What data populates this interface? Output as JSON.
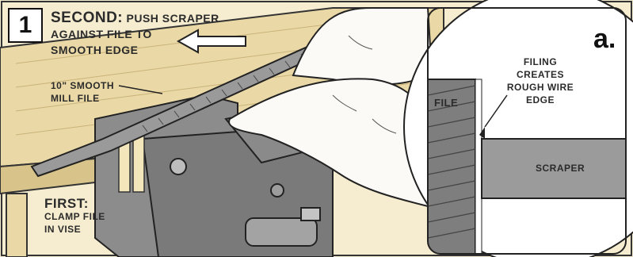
{
  "step_number": "1",
  "inset_letter": "a.",
  "labels": {
    "second_heading": "SECOND:",
    "second_line1": "PUSH SCRAPER",
    "second_line2": "AGAINST FILE TO",
    "second_line3": "SMOOTH EDGE",
    "file_line1": "10\" SMOOTH",
    "file_line2": "MILL FILE",
    "first_heading": "FIRST:",
    "first_line1": "CLAMP FILE",
    "first_line2": "IN VISE",
    "filing_line1": "FILING",
    "filing_line2": "CREATES",
    "filing_line3": "ROUGH WIRE",
    "filing_line4": "EDGE",
    "inset_file": "FILE",
    "inset_scraper": "SCRAPER"
  },
  "colors": {
    "background": "#f6eccf",
    "bench_wood": "#ead9a6",
    "metal_gray": "#9a9a9a",
    "dark_gray": "#6b6b6b",
    "skin": "#fbfaf7",
    "outline": "#222222"
  }
}
